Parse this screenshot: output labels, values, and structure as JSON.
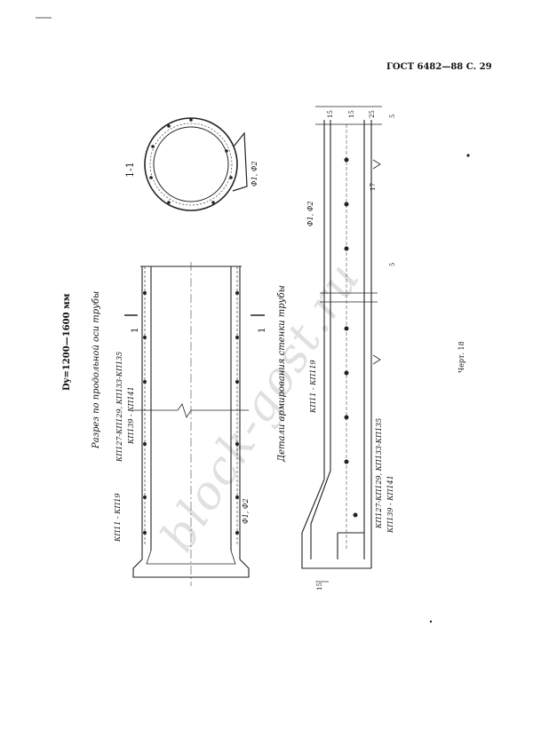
{
  "header": {
    "standard": "ГОСТ 6482—88 С. 29"
  },
  "drawing": {
    "diameter_title": "Dy=1200—1600 мм",
    "section_longitudinal_title": "Разрез по продольной оси трубы",
    "section_mark": "1",
    "section_label": "1-1",
    "detail_title": "Детали армирования стенки трубы",
    "labels": {
      "kp11_119": "КП11 - КП119",
      "kp127_set": "КП127-КП129, КП133-КП135",
      "kp139_141": "КП139 - КП141",
      "kp11_19": "КП11 - КП19",
      "f1f2": "Ф1, Ф2",
      "kp127_set2": "КП127-КП129, КП133-КП135",
      "kp139_141b": "КП139 - КП141"
    },
    "dims": {
      "d15a": "15",
      "d15b": "15",
      "d25": "25",
      "d5a": "5",
      "d5b": "5",
      "d17": "17"
    }
  },
  "footer": {
    "figure": "Черт. 18"
  },
  "watermark": "block-gost.ru"
}
